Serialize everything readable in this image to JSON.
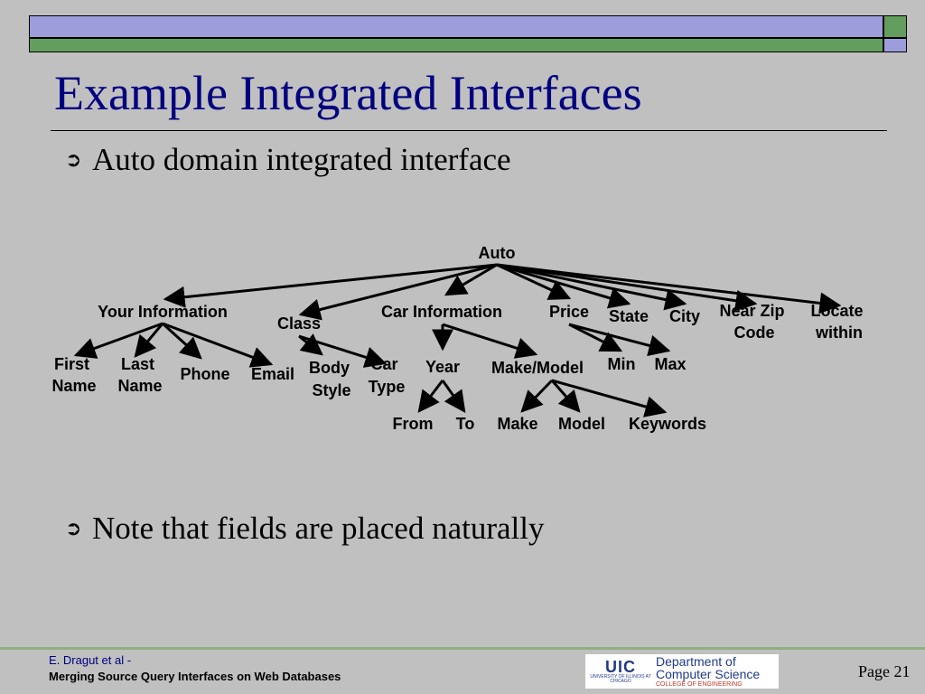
{
  "slide": {
    "title": "Example Integrated Interfaces",
    "bullets": [
      "Auto domain integrated interface",
      "Note that fields are placed naturally"
    ],
    "bullet_glyph": "➲"
  },
  "colors": {
    "top_bar": "#9d9ddc",
    "mid_bar": "#639e5e",
    "title": "#000080",
    "background": "#c0c0c0"
  },
  "tree": {
    "root": "Auto",
    "your_information": {
      "label": "Your Information",
      "children": [
        "First Name",
        "Last Name",
        "Phone",
        "Email"
      ]
    },
    "class": {
      "label": "Class",
      "children": [
        "Body Style",
        "Car Type"
      ]
    },
    "car_information": {
      "label": "Car Information",
      "year": {
        "label": "Year",
        "children": [
          "From",
          "To"
        ]
      },
      "make_model": {
        "label": "Make/Model",
        "children": [
          "Make",
          "Model",
          "Keywords"
        ]
      }
    },
    "price": {
      "label": "Price",
      "children": [
        "Min",
        "Max"
      ]
    },
    "state": "State",
    "city": "City",
    "near_zip_code": "Near Zip Code",
    "locate_within": "Locate within"
  },
  "footer": {
    "author": "E. Dragut et al -",
    "subtitle": "Merging Source Query Interfaces on Web Databases",
    "page": "Page 21",
    "logo": {
      "uic": "UIC",
      "university": "UNIVERSITY OF ILLINOIS AT CHICAGO",
      "dept_line1": "Department of",
      "dept_line2": "Computer Science",
      "college": "COLLEGE OF ENGINEERING"
    }
  }
}
